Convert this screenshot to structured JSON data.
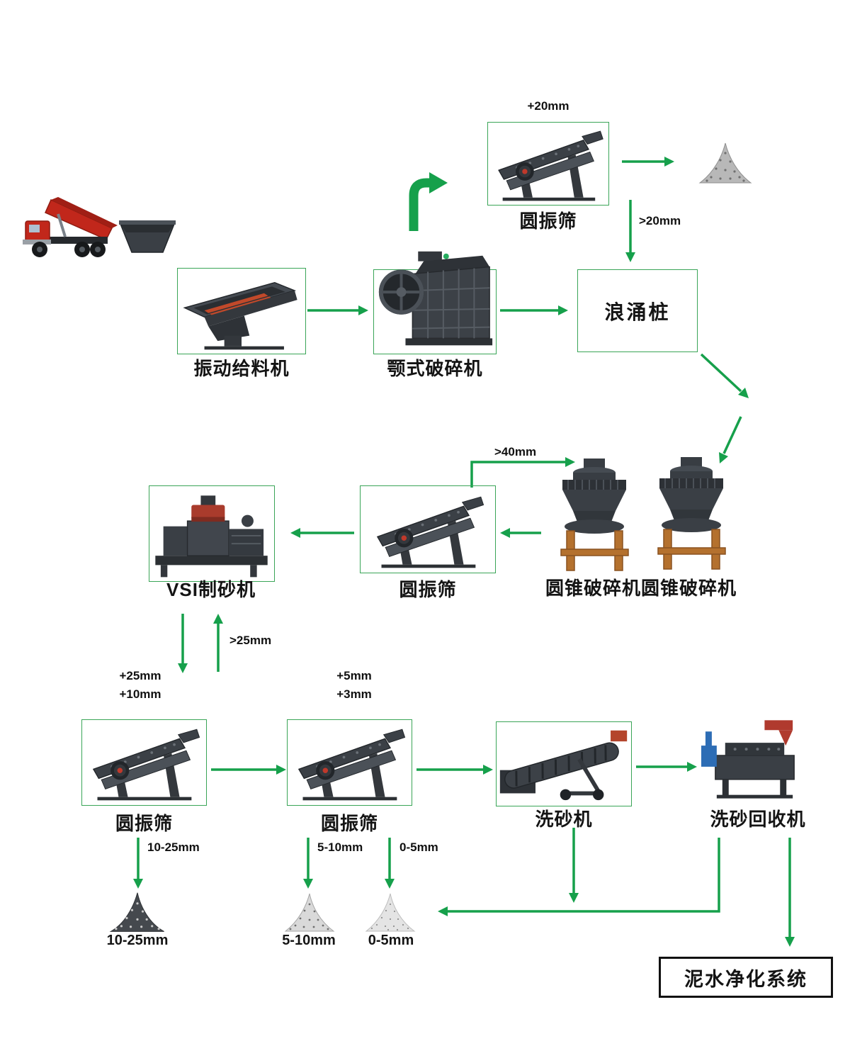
{
  "flowchart": {
    "nodes": {
      "screen_top": {
        "label": "圆振筛",
        "feed_label": "+20mm"
      },
      "surge_bin": {
        "label": "浪涌桩"
      },
      "feeder": {
        "label": "振动给料机"
      },
      "jaw_crusher": {
        "label": "颚式破碎机"
      },
      "cone_crushers": {
        "label": "圆锥破碎机圆锥破碎机"
      },
      "screen_mid": {
        "label": "圆振筛"
      },
      "vsi_machine": {
        "label": "VSI制砂机"
      },
      "screen_bottom_1": {
        "label": "圆振筛",
        "feed_label_1": "+25mm",
        "feed_label_2": "+10mm"
      },
      "screen_bottom_2": {
        "label": "圆振筛",
        "feed_label_1": "+5mm",
        "feed_label_2": "+3mm"
      },
      "sand_washer": {
        "label": "洗砂机"
      },
      "sand_recycler": {
        "label": "洗砂回收机"
      },
      "purification_system": {
        "label": "泥水净化系统"
      }
    },
    "flow_labels": {
      "over_20mm": ">20mm",
      "over_40mm": ">40mm",
      "over_25mm": ">25mm",
      "range_10_25mm": "10-25mm",
      "range_5_10mm": "5-10mm",
      "range_0_5mm": "0-5mm"
    },
    "product_piles": {
      "pile_10_25mm": "10-25mm",
      "pile_5_10mm": "5-10mm",
      "pile_0_5mm": "0-5mm"
    },
    "colors": {
      "arrow_green": "#16a04b",
      "box_border_green": "#3aa557",
      "machine_dark": "#3a3f45",
      "truck_red": "#c1271b",
      "stand_orange": "#b4712e"
    }
  }
}
